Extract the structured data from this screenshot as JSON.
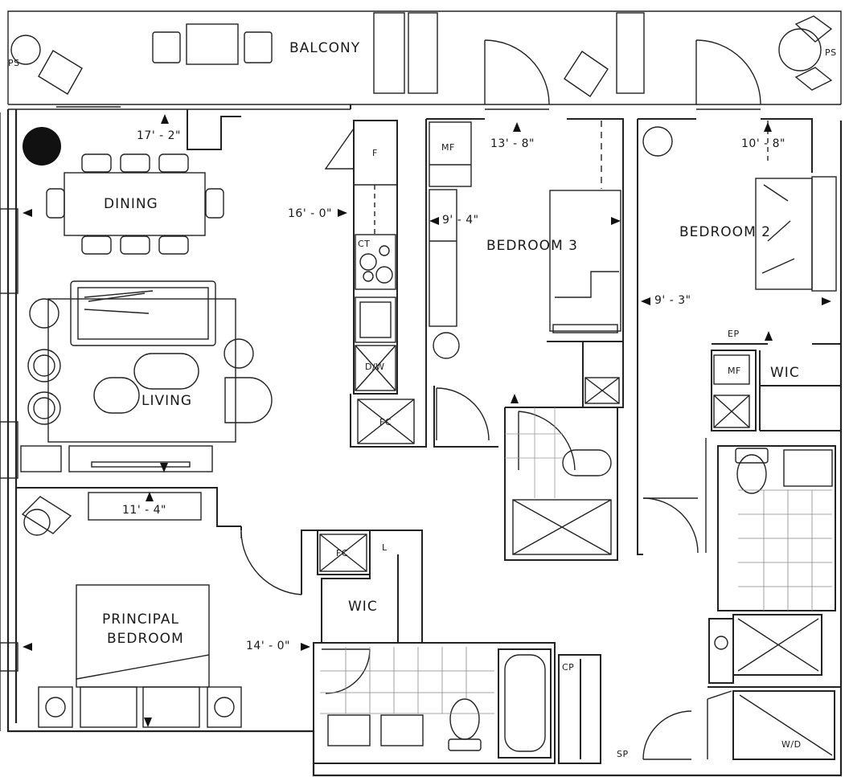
{
  "rooms": {
    "balcony": "BALCONY",
    "dining": "DINING",
    "living": "LIVING",
    "bedroom3": "BEDROOM 3",
    "bedroom2": "BEDROOM 2",
    "principal_line1": "PRINCIPAL",
    "principal_line2": "BEDROOM",
    "wic_principal": "WIC",
    "wic_bedroom2": "WIC"
  },
  "dimensions": {
    "living_dining_depth": "17' - 2\"",
    "kitchen_length": "16' - 0\"",
    "bedroom3_depth": "13' - 8\"",
    "bedroom3_width": "9' - 4\"",
    "bedroom2_depth": "10' - 8\"",
    "bedroom2_width": "9' - 3\"",
    "principal_width": "11' - 4\"",
    "principal_depth": "14' - 0\""
  },
  "fixtures": {
    "ps_left": "PS",
    "ps_right": "PS",
    "fridge": "F",
    "cooktop": "CT",
    "dishwasher": "D/W",
    "fc_kitchen": "FC",
    "fc_principal": "FC",
    "mf_bedroom3": "MF",
    "mf_bedroom2": "MF",
    "linen": "L",
    "ep": "EP",
    "cp": "CP",
    "sp": "SP",
    "washer_dryer": "W/D"
  }
}
